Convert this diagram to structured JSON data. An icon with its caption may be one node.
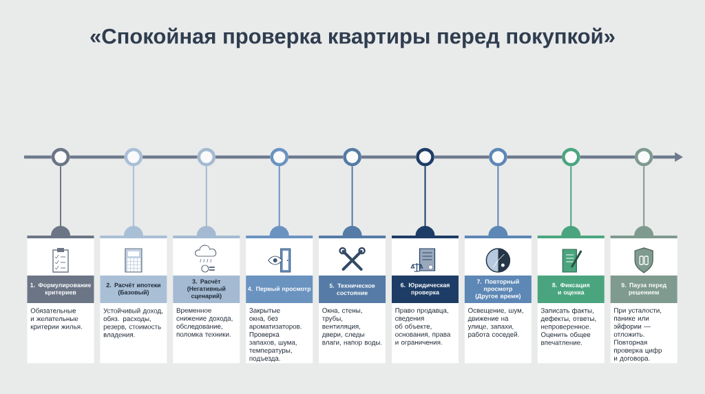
{
  "diagram": {
    "title": "«Спокойная проверка квартиры перед покупкой»",
    "nodes": [
      {
        "text": [],
        "shape": "circle"
      },
      {
        "text": [],
        "shape": "circle"
      },
      {
        "text": [],
        "shape": "circle"
      },
      {
        "text": [],
        "shape": "circle"
      },
      {
        "text": [],
        "shape": "circle"
      },
      {
        "text": [],
        "shape": "circle"
      },
      {
        "text": [],
        "shape": "circle"
      },
      {
        "text": [],
        "shape": "circle"
      },
      {
        "text": [],
        "shape": "circle"
      },
      {
        "text": [
          "1. Формулирование критериев",
          "Обязательные и желательные критерии жилья."
        ]
      },
      {
        "text": [
          "2. Расчёт ипотеки (Базовый)",
          "Устойчивый доход, обяз. расходы, резерв, стоимость владения."
        ]
      },
      {
        "text": [
          "3. Расчёт (Негативный сценарий)",
          "Временное снижение дохода, обследование, поломка техники."
        ]
      },
      {
        "text": [
          "4. Первый просмотр",
          "Закрытые окна, без ароматизаторов. Проверка запахов, шума, температуры, подъезда."
        ]
      },
      {
        "text": [
          "5. Техническое состояние",
          "Окна, стены, трубы, вентиляция, двери, следы влаги, напор воды."
        ]
      },
      {
        "text": [
          "6. Юридическая проверка",
          "Право продавца, сведения об объекте, основания, права и ограничения."
        ]
      },
      {
        "text": [
          "7. Повторный просмотр (Другое время)",
          "Освещение, шум, движение на улице, запахи, работа соседей."
        ]
      },
      {
        "text": [
          "8. Фиксация и оценка",
          "Записать факты, дефекты, ответы, непроверенное. Оценить общее впечатление."
        ]
      },
      {
        "text": [
          "9. Пауза перед решением",
          "При усталости, панике или эйфории — отложить. Повторная проверка цифр и договора."
        ]
      }
    ],
    "edges": [
      {
        "from": null,
        "to": 0,
        "arrow": "none"
      },
      {
        "from": 0,
        "to": 1,
        "arrow": "none"
      },
      {
        "from": 1,
        "to": 2,
        "arrow": "none"
      },
      {
        "from": 2,
        "to": 3,
        "arrow": "none"
      },
      {
        "from": 3,
        "to": 4,
        "arrow": "none"
      },
      {
        "from": 4,
        "to": 5,
        "arrow": "none"
      },
      {
        "from": 5,
        "to": 6,
        "arrow": "none"
      },
      {
        "from": 6,
        "to": 7,
        "arrow": "none"
      },
      {
        "from": 7,
        "to": 8,
        "arrow": "none"
      },
      {
        "from": 8,
        "to": null,
        "arrow": "to"
      },
      {
        "from": 0,
        "to": 9,
        "arrow": "none",
        "color": "#6b7585"
      },
      {
        "from": 1,
        "to": 10,
        "arrow": "none",
        "color": "#a9bfd6"
      },
      {
        "from": 2,
        "to": 11,
        "arrow": "none",
        "color": "#a4bad2"
      },
      {
        "from": 3,
        "to": 12,
        "arrow": "none",
        "color": "#6a93c0"
      },
      {
        "from": 4,
        "to": 13,
        "arrow": "none",
        "color": "#557ba6"
      },
      {
        "from": 5,
        "to": 14,
        "arrow": "none",
        "color": "#1d3d66"
      },
      {
        "from": 6,
        "to": 15,
        "arrow": "none",
        "color": "#5d87b5"
      },
      {
        "from": 7,
        "to": 16,
        "arrow": "none",
        "color": "#4aa57f"
      },
      {
        "from": 8,
        "to": 17,
        "arrow": "none",
        "color": "#7f9a8e"
      }
    ]
  }
}
